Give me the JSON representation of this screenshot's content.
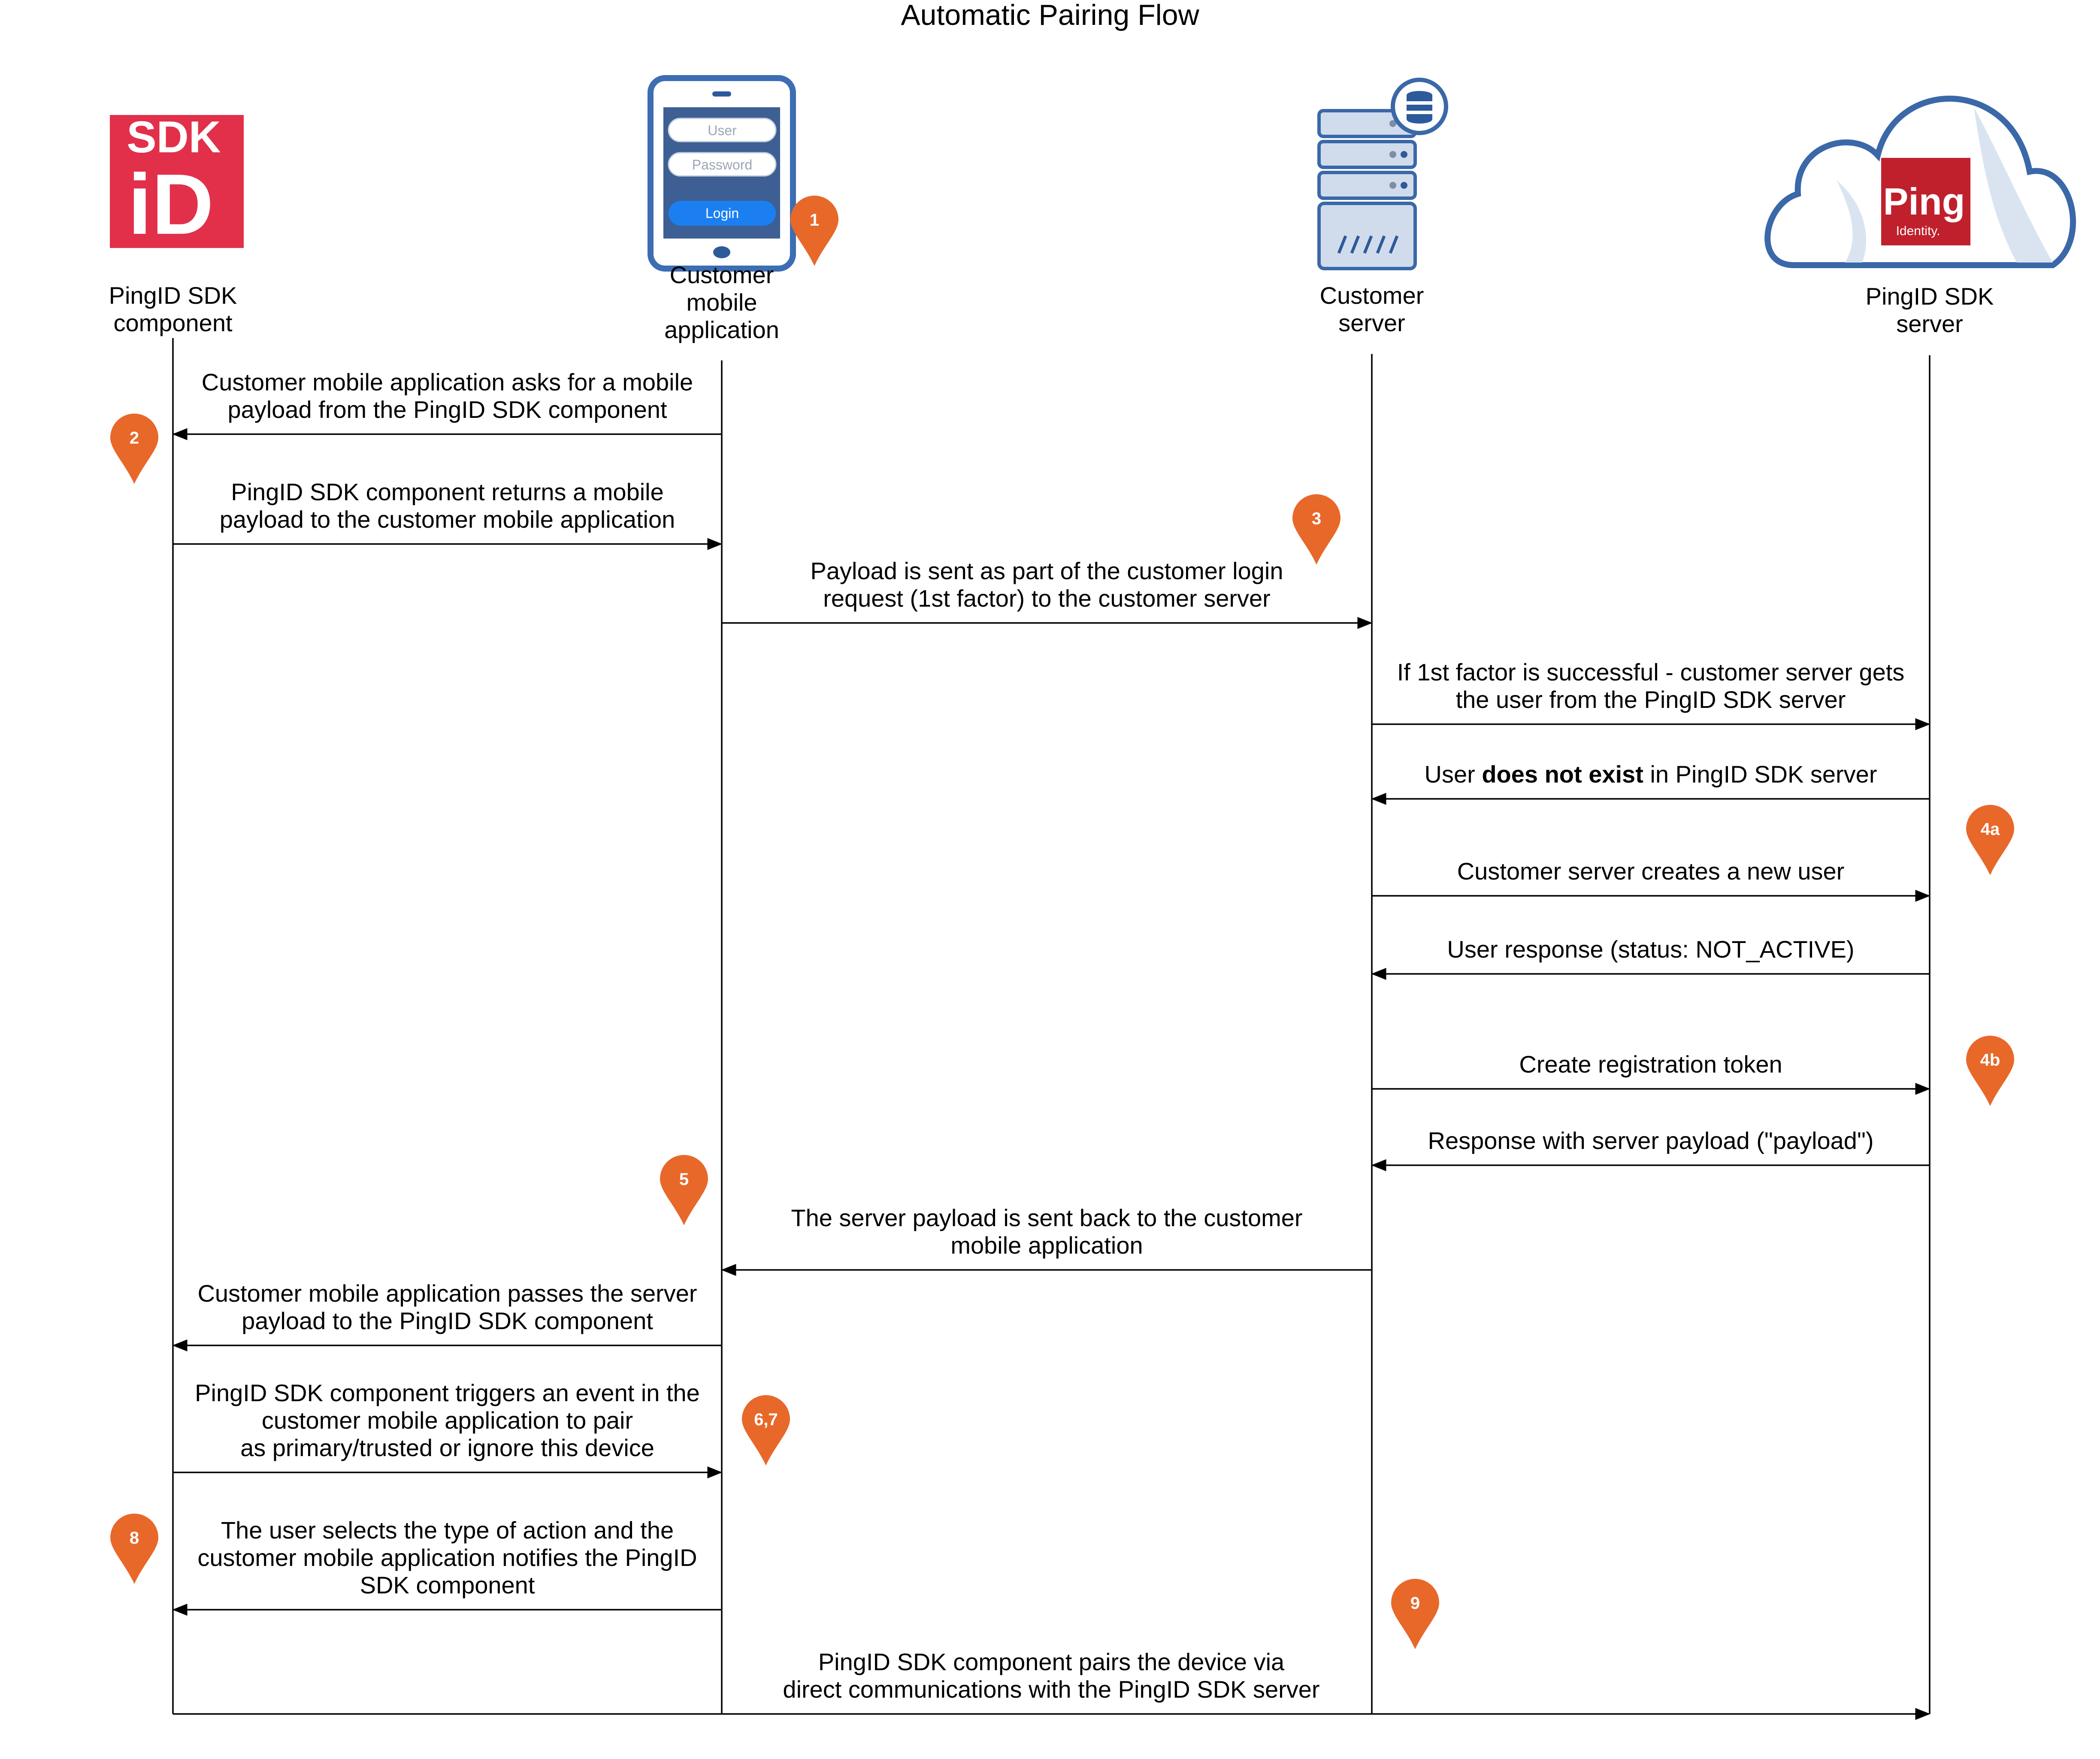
{
  "title": "Automatic Pairing Flow",
  "colors": {
    "pin": "#e8682a",
    "sdk_logo_bg": "#e2304a",
    "phone_frame": "#3d6db3",
    "phone_screen": "#3d5f94",
    "login_button": "#1b7ff2",
    "server_face": "#d0dcec",
    "server_stroke": "#3a68a8",
    "cloud_stroke": "#3a68a8",
    "ping_logo_bg": "#c0202c"
  },
  "logos": {
    "sdk_top": "SDK",
    "sdk_bottom": "iD",
    "ping": "Ping",
    "ping_sub": "Identity."
  },
  "phone_ui": {
    "user_placeholder": "User",
    "password_placeholder": "Password",
    "login_label": "Login"
  },
  "actors": [
    {
      "id": "sdk-component",
      "label": [
        "PingID SDK",
        "component"
      ],
      "icon": "sdk-id-logo"
    },
    {
      "id": "mobile-app",
      "label": [
        "Customer",
        "mobile",
        "application"
      ],
      "icon": "mobile-phone"
    },
    {
      "id": "customer-server",
      "label": [
        "Customer",
        "server"
      ],
      "icon": "server-rack"
    },
    {
      "id": "sdk-server",
      "label": [
        "PingID SDK",
        "server"
      ],
      "icon": "ping-cloud"
    }
  ],
  "messages": [
    {
      "from": 1,
      "to": 0,
      "lines": [
        "Customer mobile application asks for a mobile",
        "payload from the PingID SDK component"
      ]
    },
    {
      "from": 0,
      "to": 1,
      "lines": [
        "PingID SDK component returns a mobile",
        "payload to the customer mobile application"
      ]
    },
    {
      "from": 1,
      "to": 2,
      "lines": [
        "Payload is sent as part of the customer login",
        "request (1st factor) to the customer server"
      ]
    },
    {
      "from": 2,
      "to": 3,
      "lines": [
        "If 1st factor is successful -  customer server gets",
        "the user from the PingID SDK server"
      ]
    },
    {
      "from": 3,
      "to": 2,
      "lines": [
        "User does not exist in PingID SDK server"
      ],
      "bold": "does not exist"
    },
    {
      "from": 2,
      "to": 3,
      "lines": [
        "Customer server creates a new user"
      ]
    },
    {
      "from": 3,
      "to": 2,
      "lines": [
        "User response (status: NOT_ACTIVE)"
      ]
    },
    {
      "from": 2,
      "to": 3,
      "lines": [
        "Create registration token"
      ]
    },
    {
      "from": 3,
      "to": 2,
      "lines": [
        "Response with server payload (\"payload\")"
      ]
    },
    {
      "from": 2,
      "to": 1,
      "lines": [
        "The server payload is sent back to the customer",
        "mobile application"
      ]
    },
    {
      "from": 1,
      "to": 0,
      "lines": [
        "Customer mobile application passes the server",
        "payload to the PingID SDK component"
      ]
    },
    {
      "from": 0,
      "to": 1,
      "lines": [
        "PingID SDK component triggers an event in the",
        "customer mobile application to pair",
        "as primary/trusted or ignore this device"
      ]
    },
    {
      "from": 1,
      "to": 0,
      "lines": [
        "The user selects the type of action and the",
        "customer mobile application notifies the PingID",
        "SDK component"
      ]
    },
    {
      "from": 0,
      "to": 3,
      "lines": [
        "PingID SDK component pairs the device via",
        "direct communications with the PingID SDK server"
      ]
    }
  ],
  "markers": [
    "1",
    "2",
    "3",
    "4a",
    "4b",
    "5",
    "6,7",
    "8",
    "9"
  ]
}
